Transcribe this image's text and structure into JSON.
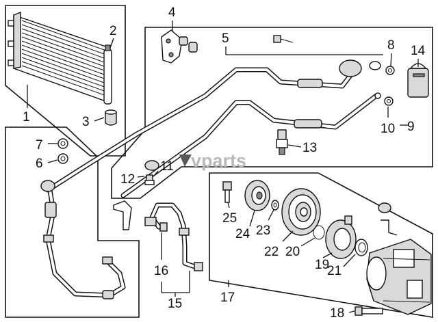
{
  "watermark": {
    "text": "vparts"
  },
  "callouts": [
    {
      "id": "c1",
      "text": "1"
    },
    {
      "id": "c2",
      "text": "2"
    },
    {
      "id": "c3",
      "text": "3"
    },
    {
      "id": "c4",
      "text": "4"
    },
    {
      "id": "c5",
      "text": "5"
    },
    {
      "id": "c6",
      "text": "6"
    },
    {
      "id": "c7",
      "text": "7"
    },
    {
      "id": "c8",
      "text": "8"
    },
    {
      "id": "c9",
      "text": "9"
    },
    {
      "id": "c10",
      "text": "10"
    },
    {
      "id": "c11",
      "text": "11"
    },
    {
      "id": "c12",
      "text": "12"
    },
    {
      "id": "c13",
      "text": "13"
    },
    {
      "id": "c14",
      "text": "14"
    },
    {
      "id": "c15",
      "text": "15"
    },
    {
      "id": "c16",
      "text": "16"
    },
    {
      "id": "c17",
      "text": "17"
    },
    {
      "id": "c18",
      "text": "18"
    },
    {
      "id": "c19",
      "text": "19"
    },
    {
      "id": "c20",
      "text": "20"
    },
    {
      "id": "c21",
      "text": "21"
    },
    {
      "id": "c22",
      "text": "22"
    },
    {
      "id": "c23",
      "text": "23"
    },
    {
      "id": "c24",
      "text": "24"
    },
    {
      "id": "c25",
      "text": "25"
    }
  ]
}
